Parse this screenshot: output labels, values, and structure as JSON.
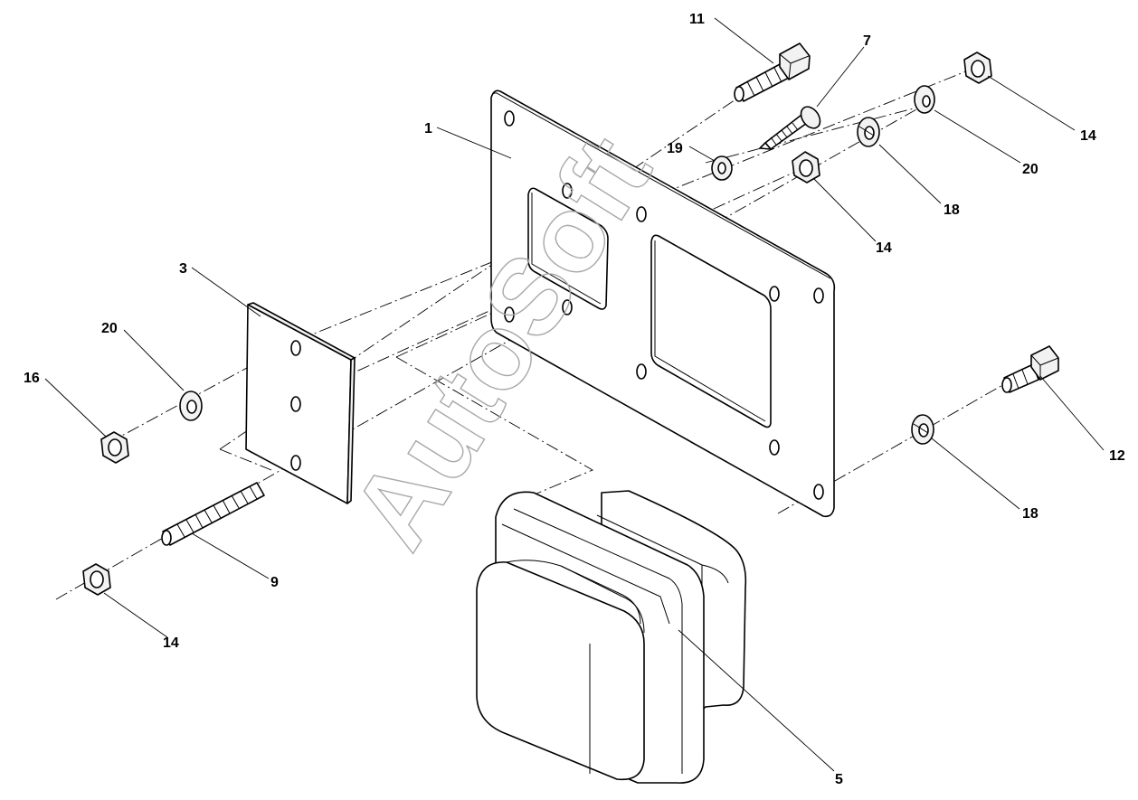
{
  "watermark": "AutoSoft",
  "callouts": [
    {
      "id": "label-1",
      "text": "1"
    },
    {
      "id": "label-3",
      "text": "3"
    },
    {
      "id": "label-5",
      "text": "5"
    },
    {
      "id": "label-7",
      "text": "7"
    },
    {
      "id": "label-9",
      "text": "9"
    },
    {
      "id": "label-11",
      "text": "11"
    },
    {
      "id": "label-12",
      "text": "12"
    },
    {
      "id": "label-14-a",
      "text": "14"
    },
    {
      "id": "label-14-b",
      "text": "14"
    },
    {
      "id": "label-14-c",
      "text": "14"
    },
    {
      "id": "label-16",
      "text": "16"
    },
    {
      "id": "label-18-a",
      "text": "18"
    },
    {
      "id": "label-18-b",
      "text": "18"
    },
    {
      "id": "label-19",
      "text": "19"
    },
    {
      "id": "label-20-a",
      "text": "20"
    },
    {
      "id": "label-20-b",
      "text": "20"
    }
  ]
}
